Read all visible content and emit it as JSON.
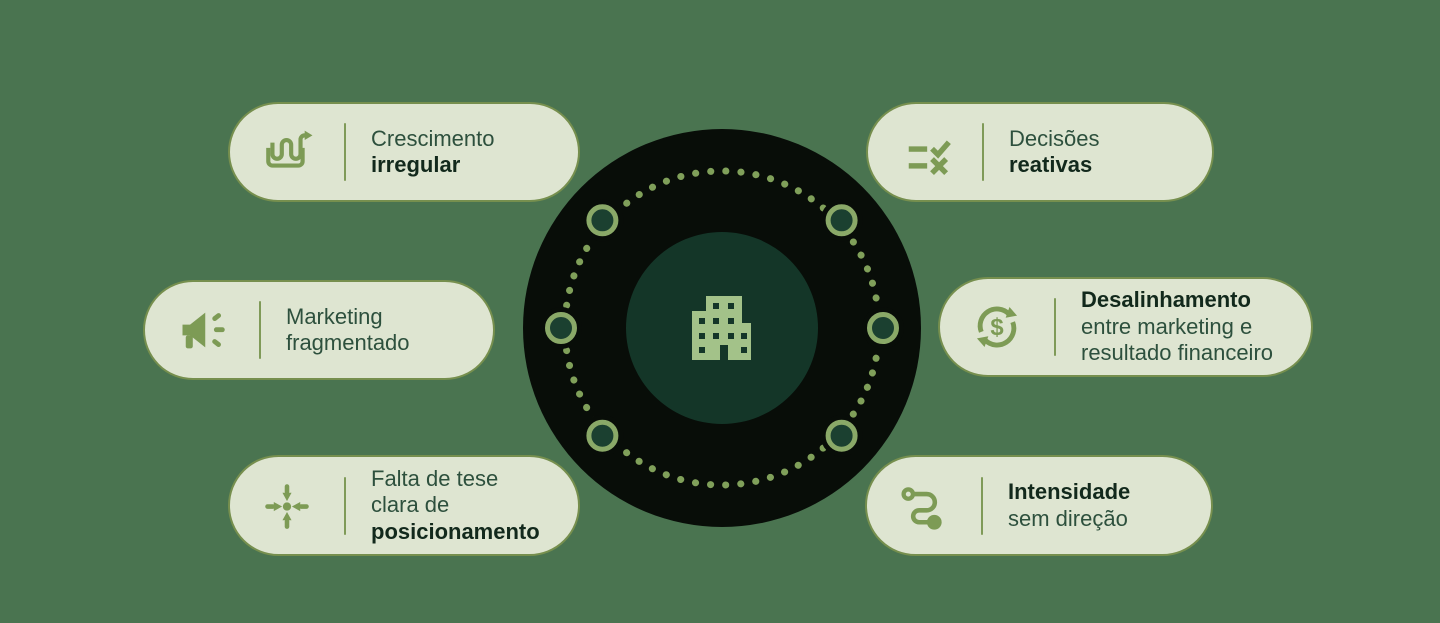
{
  "diagram": {
    "center": {
      "icon": "building-icon",
      "orbit_nodes": 6
    },
    "pills": [
      {
        "id": "crescimento-irregular",
        "icon": "irregular-growth-arrow-icon",
        "lines": [
          {
            "text": "Crescimento",
            "bold": false
          },
          {
            "text": "irregular",
            "bold": true
          }
        ]
      },
      {
        "id": "marketing-fragmentado",
        "icon": "megaphone-icon",
        "lines": [
          {
            "text": "Marketing",
            "bold": false
          },
          {
            "text": "fragmentado",
            "bold": false
          }
        ]
      },
      {
        "id": "falta-de-tese",
        "icon": "converging-arrows-icon",
        "lines": [
          {
            "text": "Falta de tese",
            "bold": false
          },
          {
            "text": "clara de",
            "bold": false
          },
          {
            "text": "posicionamento",
            "bold": true
          }
        ]
      },
      {
        "id": "decisoes-reativas",
        "icon": "check-x-list-icon",
        "lines": [
          {
            "text": "Decisões",
            "bold": false
          },
          {
            "text": "reativas",
            "bold": true
          }
        ]
      },
      {
        "id": "desalinhamento-financeiro",
        "icon": "dollar-cycle-icon",
        "lines": [
          {
            "text": "Desalinhamento",
            "bold": true
          },
          {
            "text": "entre marketing e",
            "bold": false
          },
          {
            "text": "resultado financeiro",
            "bold": false
          }
        ]
      },
      {
        "id": "intensidade-sem-direcao",
        "icon": "winding-path-icon",
        "lines": [
          {
            "text": "Intensidade",
            "bold": true
          },
          {
            "text": "sem direção",
            "bold": false
          }
        ]
      }
    ],
    "colors": {
      "background": "#4a7450",
      "pill_background": "#dee5d1",
      "pill_border": "#768f4e",
      "icon_olive": "#7d9b55",
      "text_regular": "#2d503d",
      "text_bold": "#12291c",
      "outer_circle": "#080d08",
      "inner_circle": "#143628",
      "node_fill": "#1b4030",
      "node_ring": "#8aa968",
      "orbit_dots": "#80a05a",
      "building": "#a3c289"
    }
  }
}
